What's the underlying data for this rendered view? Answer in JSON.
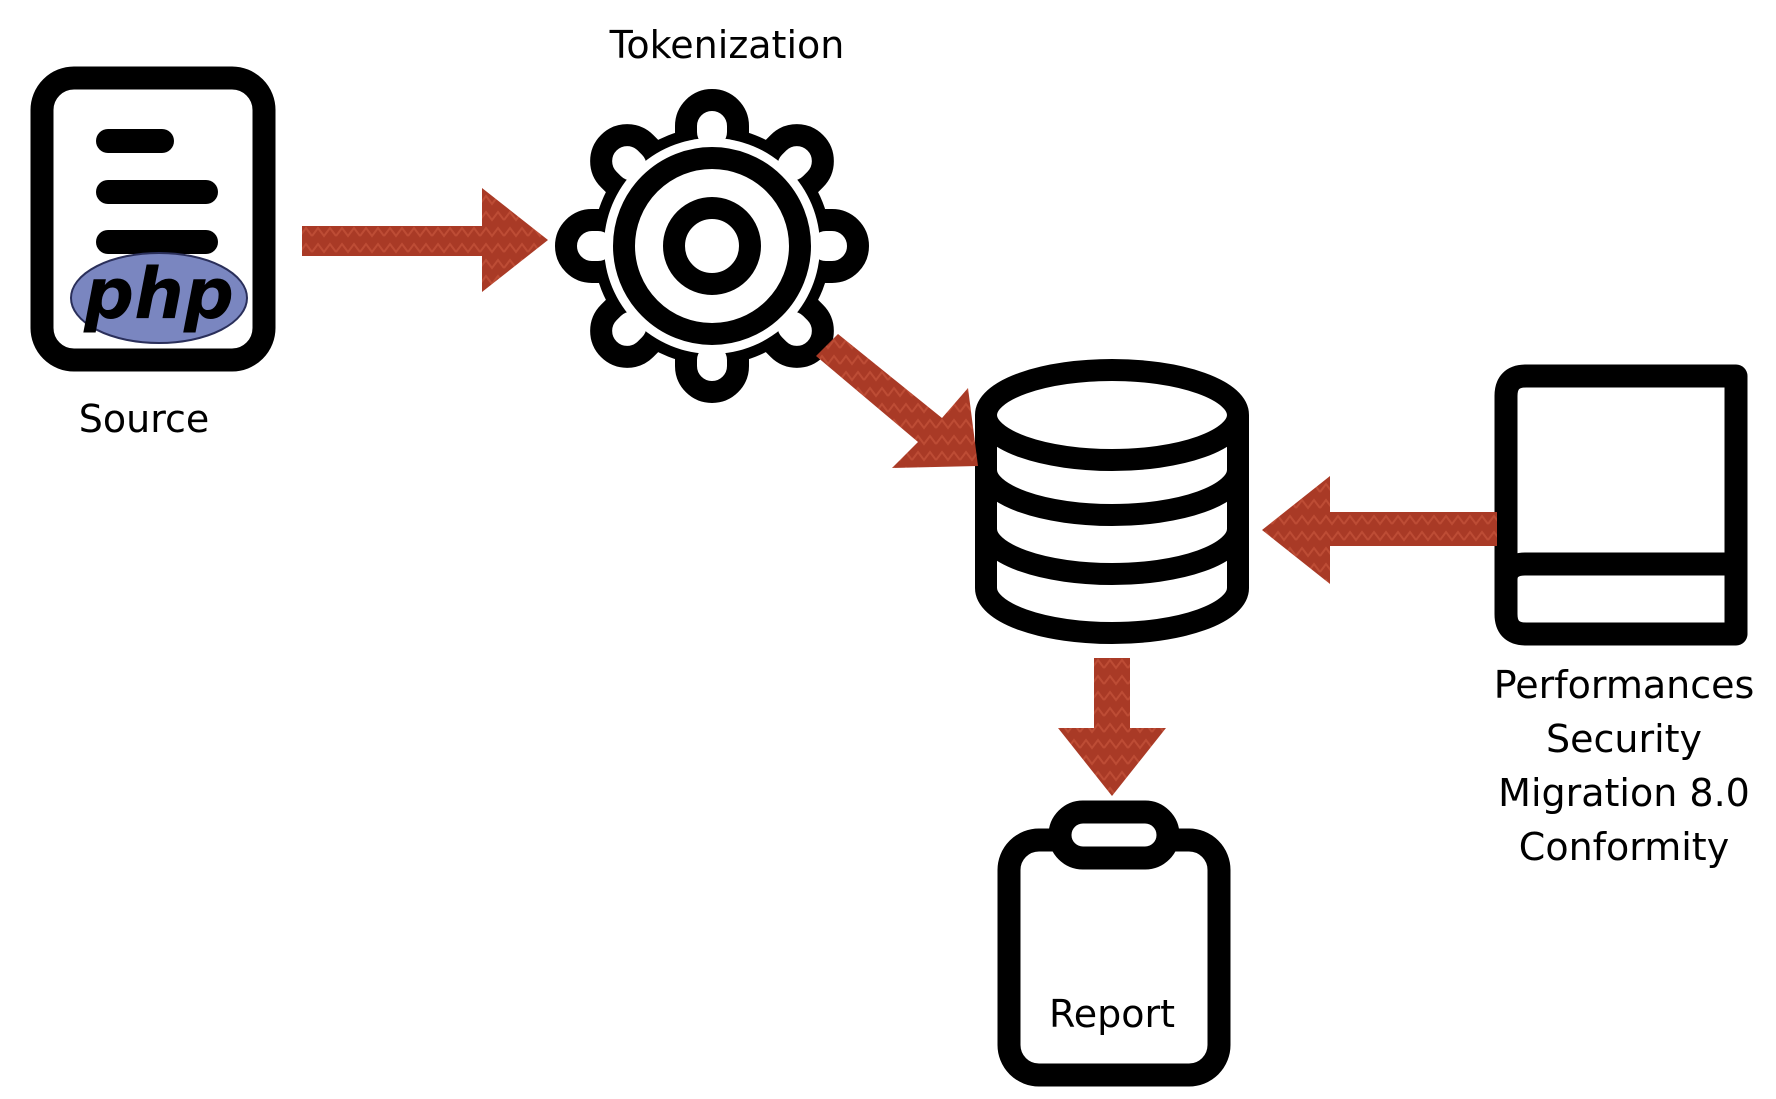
{
  "colors": {
    "arrow": "#a93a26",
    "arrow_texture": "#c9583f",
    "stroke": "#000000",
    "php_logo": "#7a86c0"
  },
  "nodes": {
    "source": {
      "label": "Source",
      "icon": "php-file-icon",
      "logo_text": "php"
    },
    "tokenization": {
      "label": "Tokenization",
      "icon": "gear-icon"
    },
    "database": {
      "icon": "database-icon"
    },
    "rules": {
      "icon": "book-icon",
      "lines": [
        "Performances",
        "Security",
        "Migration 8.0",
        "Conformity"
      ]
    },
    "report": {
      "label": "Report",
      "icon": "clipboard-icon"
    }
  }
}
